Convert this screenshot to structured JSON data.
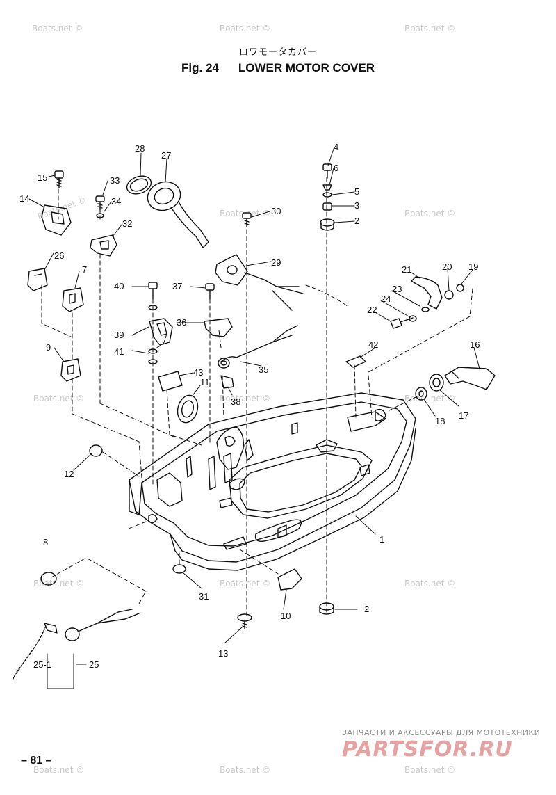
{
  "header": {
    "japanese_title": "ロワモータカバー",
    "figure_number": "Fig. 24",
    "figure_title": "LOWER MOTOR COVER"
  },
  "page_number": "– 81 –",
  "watermark_text": "Boats.net ©",
  "brand": {
    "subtitle": "ЗАПЧАСТИ И АКСЕССУАРЫ ДЛЯ МОТОТЕХНИКИ",
    "logo": "PARTSFOR.RU",
    "logo_color": "#e5a2a0"
  },
  "callouts": [
    "1",
    "2",
    "2",
    "3",
    "4",
    "5",
    "6",
    "7",
    "8",
    "9",
    "10",
    "11",
    "12",
    "13",
    "14",
    "15",
    "16",
    "17",
    "18",
    "19",
    "20",
    "21",
    "22",
    "23",
    "24",
    "25",
    "25-1",
    "26",
    "27",
    "28",
    "29",
    "30",
    "31",
    "32",
    "33",
    "34",
    "35",
    "36",
    "37",
    "38",
    "39",
    "40",
    "41",
    "42",
    "43"
  ]
}
